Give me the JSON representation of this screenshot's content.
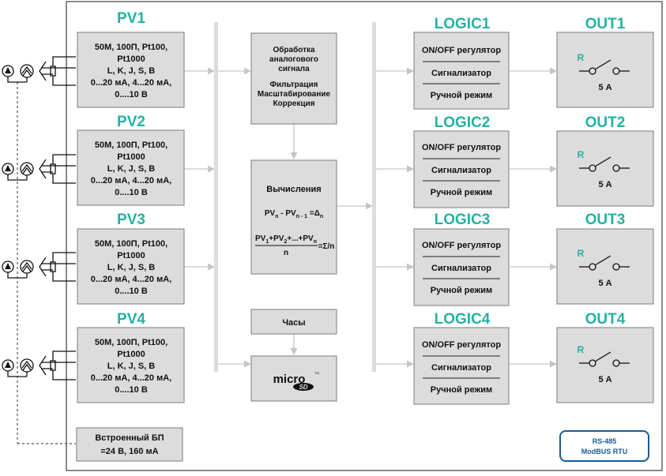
{
  "inputs": [
    {
      "title": "PV1",
      "lines": [
        "50М, 100П, Pt100,",
        "Pt1000",
        "L, K, J, S, B",
        "0...20 мА, 4...20 мА,",
        "0....10 В"
      ]
    },
    {
      "title": "PV2",
      "lines": [
        "50М, 100П, Pt100,",
        "Pt1000",
        "L, K, J, S, B",
        "0...20 мА, 4...20 мА,",
        "0....10 В"
      ]
    },
    {
      "title": "PV3",
      "lines": [
        "50М, 100П, Pt100,",
        "Pt1000",
        "L, K, J, S, B",
        "0...20 мА, 4...20 мА,",
        "0....10 В"
      ]
    },
    {
      "title": "PV4",
      "lines": [
        "50М, 100П, Pt100,",
        "Pt1000",
        "L, K, J, S, B",
        "0...20 мА, 4...20 мА,",
        "0....10 В"
      ]
    }
  ],
  "power_supply": {
    "line1": "Встроенный БП",
    "line2": "=24 В, 160 мА"
  },
  "processing": {
    "lines": [
      "Обработка",
      "аналогового",
      "сигнала",
      "Фильтрация",
      "Масштабирование",
      "Коррекция"
    ]
  },
  "computation": {
    "title": "Вычисления",
    "formula1": {
      "a": "PV",
      "a_sub": "n",
      "minus": " - PV",
      "b_sub": "n - 1",
      "eq": " =Δ",
      "eq_sub": "n"
    },
    "formula2": {
      "num": "PV",
      "s1": "1",
      "p1": "+PV",
      "s2": "2",
      "p2": "+...+PV",
      "s3": "n",
      "den": "n",
      "eq": "=Σ/n"
    }
  },
  "clock": {
    "label": "Часы"
  },
  "sd": {
    "micro": "micro",
    "sd": "SD",
    "tm": "TM"
  },
  "logic": [
    {
      "title": "LOGIC1",
      "items": [
        "ON/OFF регулятор",
        "Сигнализатор",
        "Ручной режим"
      ]
    },
    {
      "title": "LOGIC2",
      "items": [
        "ON/OFF регулятор",
        "Сигнализатор",
        "Ручной режим"
      ]
    },
    {
      "title": "LOGIC3",
      "items": [
        "ON/OFF регулятор",
        "Сигнализатор",
        "Ручной режим"
      ]
    },
    {
      "title": "LOGIC4",
      "items": [
        "ON/OFF регулятор",
        "Сигнализатор",
        "Ручной режим"
      ]
    }
  ],
  "outputs": [
    {
      "title": "OUT1",
      "relay": "R",
      "rating": "5 А"
    },
    {
      "title": "OUT2",
      "relay": "R",
      "rating": "5 А"
    },
    {
      "title": "OUT3",
      "relay": "R",
      "rating": "5 А"
    },
    {
      "title": "OUT4",
      "relay": "R",
      "rating": "5 А"
    }
  ],
  "interface": {
    "line1": "RS-485",
    "line2": "ModBUS RTU"
  },
  "colors": {
    "accent": "#24b2a0",
    "box": "#dcdcdc",
    "interface": "#1a5a9a"
  }
}
